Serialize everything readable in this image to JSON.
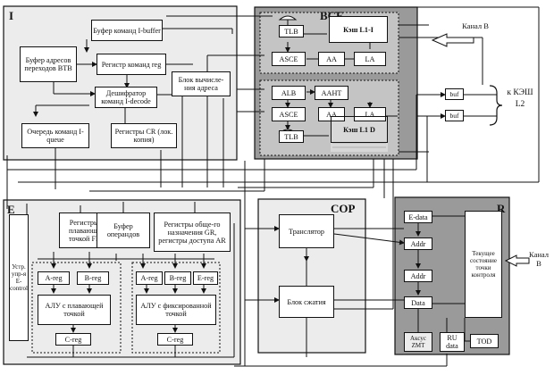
{
  "unit_I": {
    "label": "I",
    "i_buffer": "Буфер команд I-buffer",
    "btb": "Буфер адресов переходов BTB",
    "reg_cmd": "Регистр команд reg",
    "decoder": "Дешифратор команд I-decode",
    "addr_calc": "Блок вычисле-ния адреса",
    "queue": "Очередь команд I-queue",
    "cr_regs": "Регистры CR (лок. копия)"
  },
  "unit_BCE": {
    "label": "BCE",
    "cache_l1i": "Кэш L1-I",
    "cache_l1d": "Кэш L1 D",
    "tlb_top": "TLB",
    "tlb_bottom": "TLB",
    "asce_top": "ASCE",
    "aa_top": "AA",
    "la_top": "LA",
    "alb": "ALB",
    "aaht": "AAHT",
    "asce_bottom": "ASCE",
    "aa_bottom": "AA",
    "la_bottom": "LA"
  },
  "channel_top": "Канал B",
  "buf1": "buf",
  "buf2": "buf",
  "to_l2": "к КЭШ L2",
  "unit_E": {
    "label": "E",
    "control": "Устр. упр-я E-control",
    "fpr": "Регистры с плавающей точкой FPR",
    "operands": "Буфер операндов",
    "gr_ar": "Регистры обще-го назначения GR, регистры доступа AR",
    "a_reg_fp": "A-reg",
    "b_reg_fp": "B-reg",
    "alu_fp": "АЛУ с плавающей точкой",
    "c_reg_fp": "C-reg",
    "a_reg_fx": "A-reg",
    "b_reg_fx": "B-reg",
    "e_reg_fx": "E-reg",
    "alu_fx": "АЛУ с фиксированной точкой",
    "c_reg_fx": "C-reg"
  },
  "unit_COP": {
    "label": "COP",
    "translator": "Транслятор",
    "compress": "Блок сжатия"
  },
  "unit_R": {
    "label": "R",
    "e_data": "E-data",
    "addr1": "Addr",
    "addr2": "Addr",
    "data": "Data",
    "state": "Текущее состояние точки контроля",
    "zmt": "Аксус ZMT",
    "ru_data": "RU data",
    "tod": "TOD",
    "channel": "Канал B"
  }
}
